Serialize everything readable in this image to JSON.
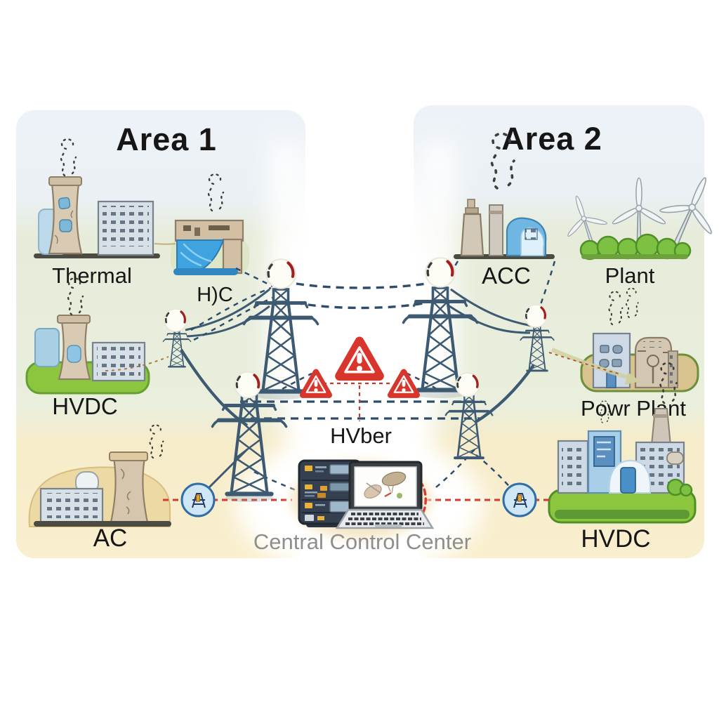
{
  "figure": {
    "type": "two-area power grid interconnection diagram"
  },
  "area1": {
    "title": "Area 1",
    "thermal": {
      "label": "Thermal",
      "icon": "thermal-plant-icon"
    },
    "hydro": {
      "label": "H)C",
      "icon": "hydro-dam-icon"
    },
    "hvdc": {
      "label": "HVDC",
      "icon": "cooling-tower-plant-icon"
    },
    "ac": {
      "label": "AC",
      "icon": "ac-plant-icon"
    }
  },
  "area2": {
    "title": "Area 2",
    "acc": {
      "label": "ACC",
      "icon": "factory-chimney-icon"
    },
    "wind": {
      "label": "Plant",
      "icon": "wind-turbine-icon"
    },
    "power_plant": {
      "label": "Powr Plant",
      "icon": "industrial-building-icon"
    },
    "hvdc": {
      "label": "HVDC",
      "icon": "industrial-complex-icon"
    }
  },
  "interconnection": {
    "link_label": "HVber",
    "warning_count": 3,
    "tower_count": 6
  },
  "control_center": {
    "label": "Central Control Center",
    "icons": [
      "server-rack-icon",
      "laptop-icon"
    ]
  },
  "colors": {
    "warning_red": "#d8352c",
    "line_navy": "#2e4d6b",
    "alert_dash_red": "#d23b2f",
    "panel_sky": "#edf2f8",
    "panel_green": "#e9eedd",
    "panel_sand": "#f9efce",
    "mound_green": "#8cc63f",
    "mound_sand": "#ecd9a4",
    "tower_slate": "#3d5a72"
  }
}
